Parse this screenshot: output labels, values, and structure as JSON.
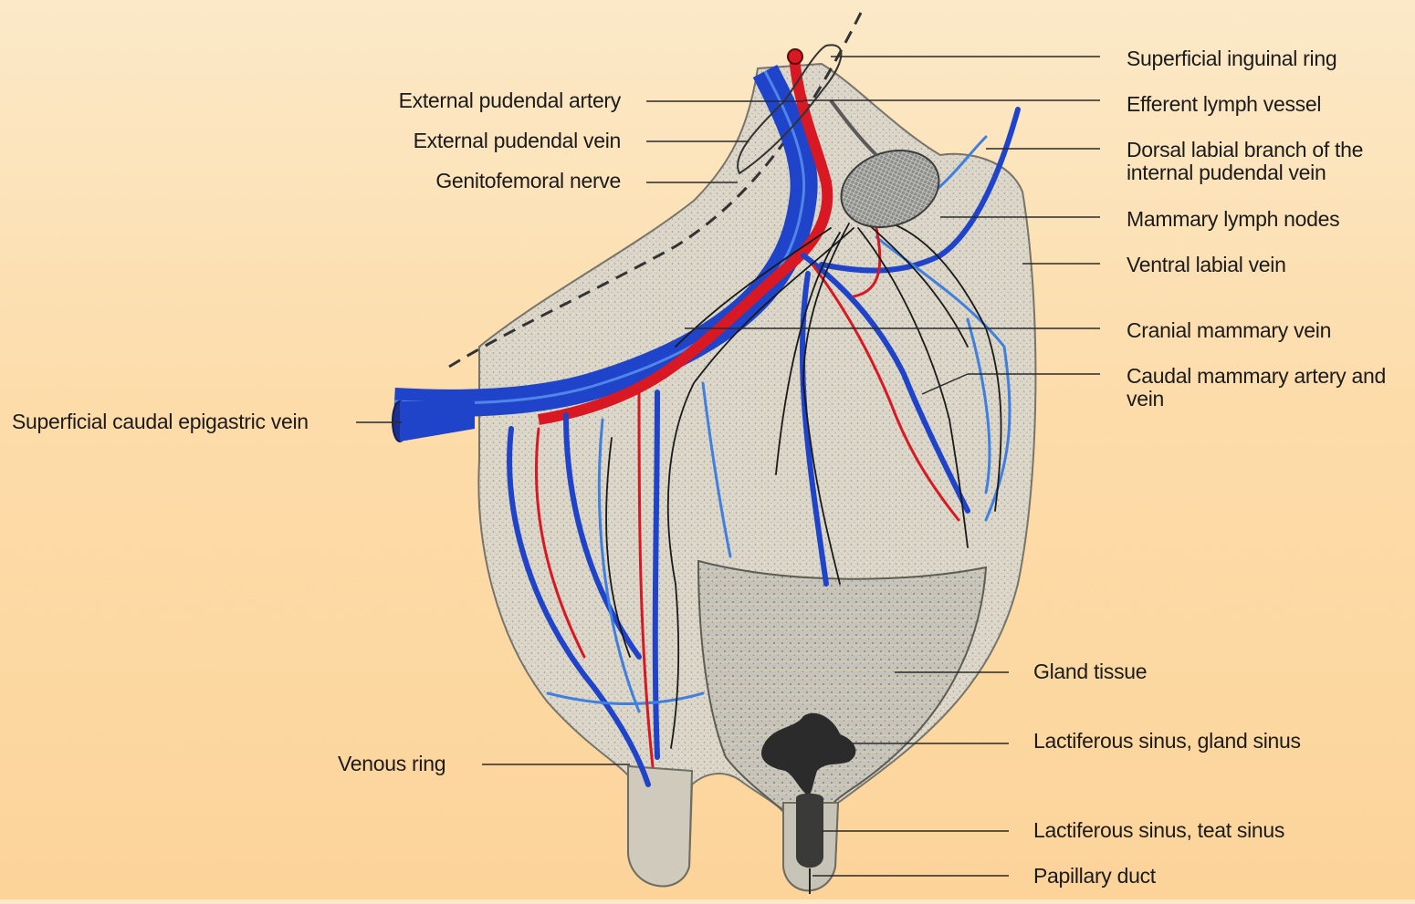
{
  "labels": {
    "superficial_inguinal_ring": "Superficial inguinal ring",
    "efferent_lymph_vessel": "Efferent lymph vessel",
    "dorsal_labial_branch": "Dorsal labial branch of the internal pudendal vein",
    "mammary_lymph_nodes": "Mammary lymph nodes",
    "ventral_labial_vein": "Ventral labial vein",
    "cranial_mammary_vein": "Cranial mammary vein",
    "caudal_mammary_artery_vein": "Caudal mammary artery and vein",
    "external_pudendal_artery": "External pudendal artery",
    "external_pudendal_vein": "External pudendal vein",
    "genitofemoral_nerve": "Genitofemoral nerve",
    "superficial_caudal_epigastric_vein": "Superficial caudal epigastric vein",
    "gland_tissue": "Gland tissue",
    "lactiferous_sinus_gland": "Lactiferous sinus, gland sinus",
    "venous_ring": "Venous ring",
    "lactiferous_sinus_teat": "Lactiferous sinus, teat sinus",
    "papillary_duct": "Papillary duct"
  },
  "colors": {
    "vein": "#1f43c9",
    "vein_light": "#3f7fe0",
    "artery": "#d81822",
    "nerve": "#1a1a1a",
    "udder_fill": "#d9d4c6",
    "gland_fill": "#c4c2b8",
    "leader": "#2a2a2a"
  }
}
